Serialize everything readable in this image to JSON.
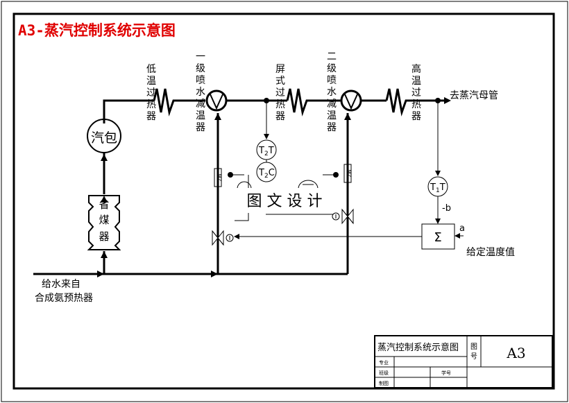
{
  "title": "A3-蒸汽控制系统示意图",
  "components": {
    "drum": "汽包",
    "economizer": [
      "省",
      "煤",
      "器"
    ],
    "low_temp_sh": [
      "低",
      "温",
      "过",
      "热",
      "器"
    ],
    "first_stage_desup": [
      "一",
      "级",
      "喷",
      "水",
      "减",
      "温",
      "器"
    ],
    "screen_sh": [
      "屏",
      "式",
      "过",
      "热",
      "器"
    ],
    "second_stage_desup": [
      "二",
      "级",
      "喷",
      "水",
      "减",
      "温",
      "器"
    ],
    "high_temp_sh": [
      "高",
      "温",
      "过",
      "热",
      "器"
    ]
  },
  "instruments": {
    "t2t_main": "T",
    "t2t_sub": "2",
    "t2t_tail": "T",
    "t2c_main": "T",
    "t2c_sub": "2",
    "t2c_tail": "C",
    "t1t_main": "T",
    "t1t_sub": "1",
    "t1t_tail": "T",
    "sum": "Σ",
    "actuator": "MZ",
    "signal_a": "a",
    "signal_b": "-b"
  },
  "labels": {
    "to_main_header": "去蒸汽母管",
    "setpoint": "给定温度值",
    "feedwater_line1": "给水来自",
    "feedwater_line2": "合成氨预热器",
    "watermark": "图 文 设 计"
  },
  "title_block": {
    "drawing_name": "蒸汽控制系统示意图",
    "sheet_label": [
      "图",
      "号"
    ],
    "sheet_no": "A3",
    "major": "专业",
    "class": "班级",
    "student_no": "学号",
    "drawn_by": "制图"
  }
}
